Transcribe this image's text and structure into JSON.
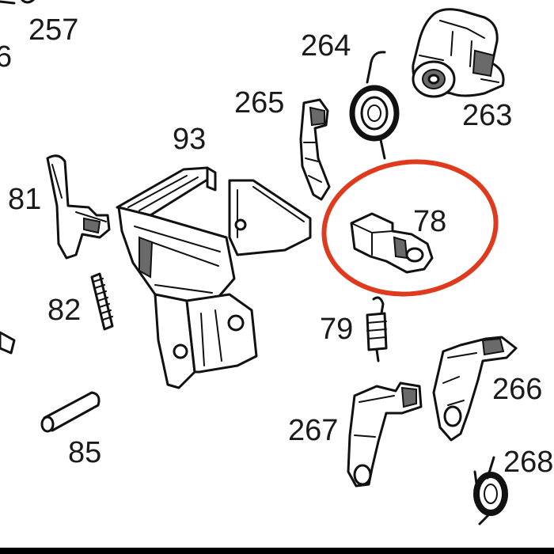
{
  "diagram": {
    "callout_color": "#e03a1e",
    "highlighted_part": "78",
    "labels": {
      "p257": "257",
      "p6": "6",
      "p264": "264",
      "p263": "263",
      "p265": "265",
      "p93": "93",
      "p81": "81",
      "p78": "78",
      "p82": "82",
      "p79": "79",
      "p266": "266",
      "p267": "267",
      "p85": "85",
      "p268": "268"
    }
  }
}
